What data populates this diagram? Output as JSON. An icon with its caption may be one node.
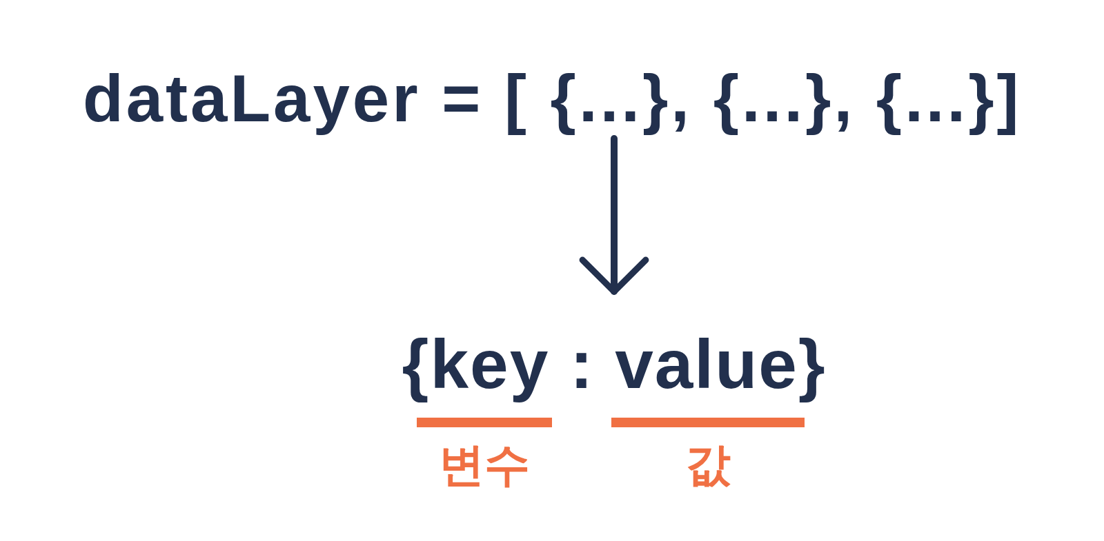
{
  "diagram": {
    "nodes": [
      {
        "text": [
          "dataLayer = [ {...}, {...}, {...}]"
        ]
      },
      {
        "text": [
          "{key : value}"
        ]
      }
    ],
    "edges": [
      {
        "from": 0,
        "to": 1,
        "arrow": "to"
      }
    ],
    "labels": [
      "변수",
      "값"
    ]
  }
}
